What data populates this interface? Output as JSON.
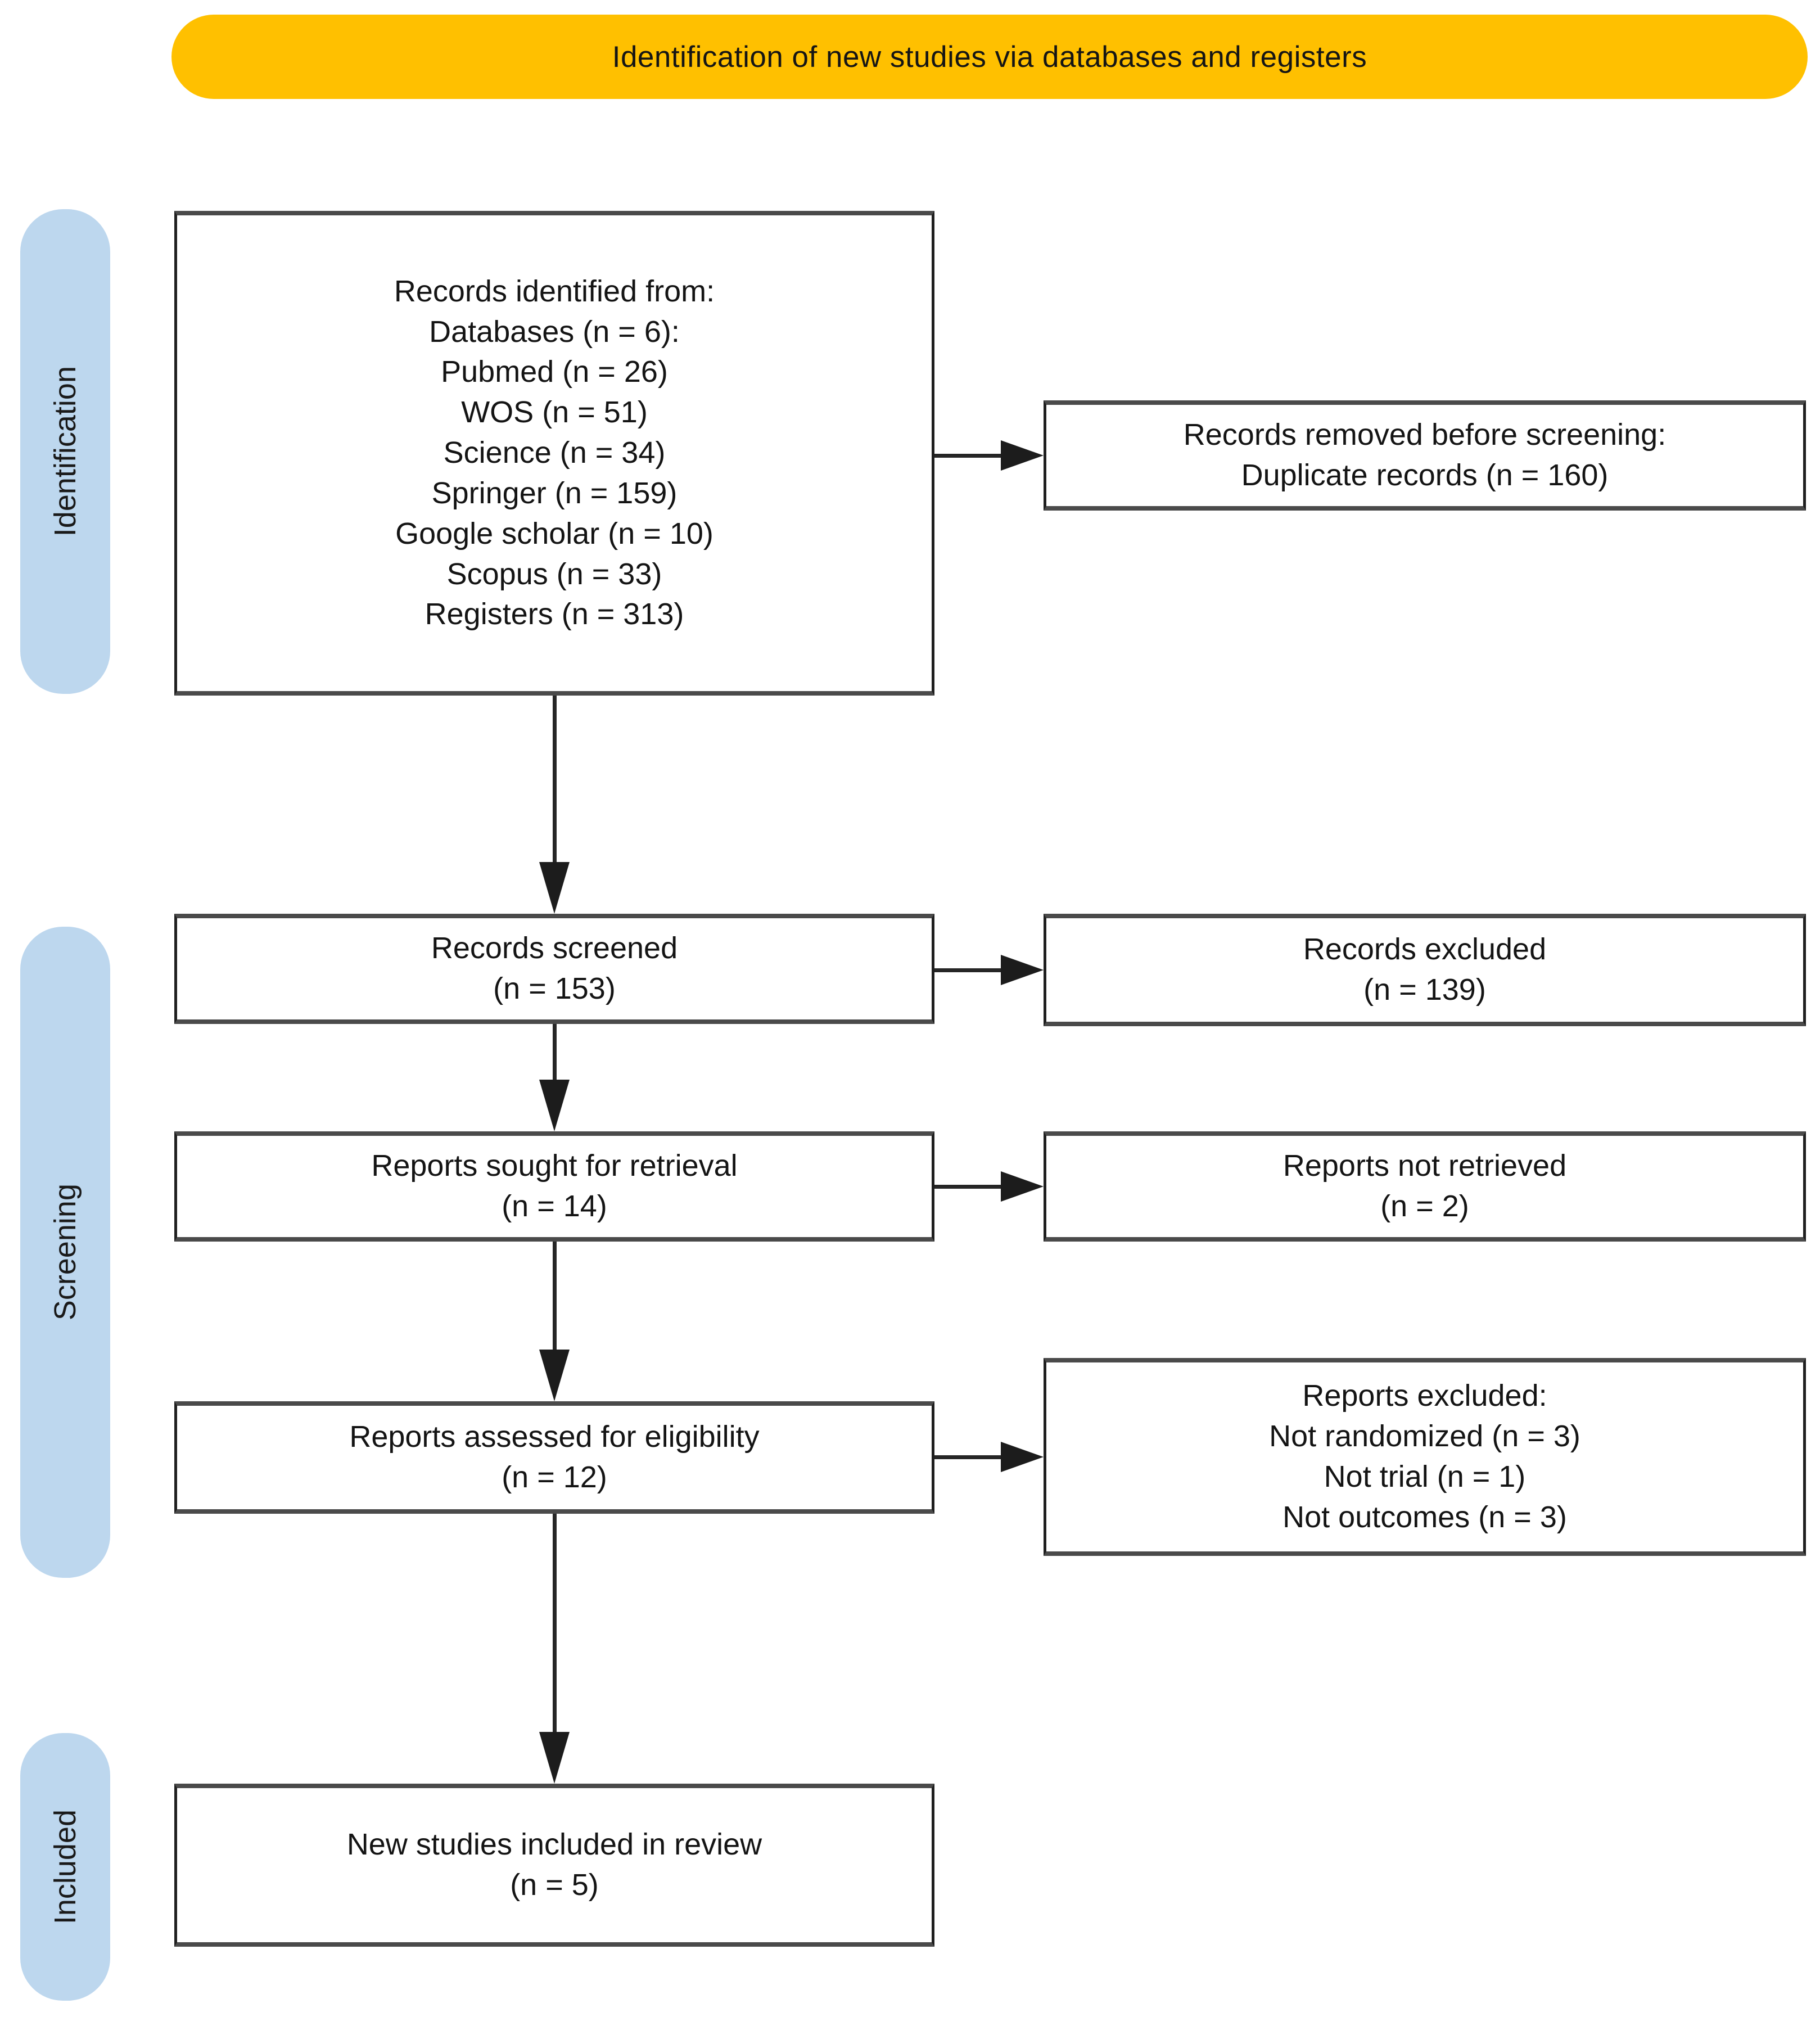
{
  "banner": {
    "title": "Identification of new studies via databases and registers"
  },
  "stages": [
    {
      "label": "Identification"
    },
    {
      "label": "Screening"
    },
    {
      "label": "Included"
    }
  ],
  "flow": {
    "identified": {
      "lines": [
        "Records identified from:",
        "Databases (n = 6):",
        "Pubmed (n = 26)",
        "WOS (n = 51)",
        "Science (n = 34)",
        "Springer (n = 159)",
        "Google scholar (n = 10)",
        "Scopus (n = 33)",
        "Registers (n = 313)"
      ]
    },
    "removed": {
      "lines": [
        "Records removed before screening:",
        "Duplicate records (n = 160)"
      ]
    },
    "screened": {
      "lines": [
        "Records screened",
        "(n = 153)"
      ]
    },
    "excluded": {
      "lines": [
        "Records excluded",
        "(n = 139)"
      ]
    },
    "sought": {
      "lines": [
        "Reports sought for retrieval",
        "(n = 14)"
      ]
    },
    "not_retrieved": {
      "lines": [
        "Reports not retrieved",
        "(n = 2)"
      ]
    },
    "assessed": {
      "lines": [
        "Reports assessed for eligibility",
        "(n = 12)"
      ]
    },
    "reports_excluded": {
      "lines": [
        "Reports excluded:",
        "Not randomized (n = 3)",
        "Not trial (n = 1)",
        "Not outcomes (n = 3)"
      ]
    },
    "new_included": {
      "lines": [
        "New studies included in review",
        "(n = 5)"
      ]
    }
  },
  "colors": {
    "banner_bg": "#FFC000",
    "stage_bg": "#BDD7EE",
    "box_bg": "#FFFFFF",
    "line_color": "#262626"
  }
}
